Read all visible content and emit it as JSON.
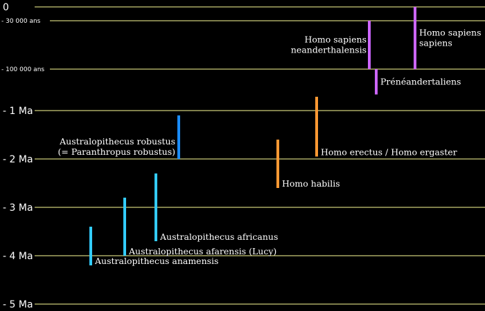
{
  "colors": {
    "background": "#000000",
    "gridline": "#ffff99",
    "text": "#ffffff",
    "australopithecus": "#33ccff",
    "paranthropus": "#1a8cff",
    "homo_early": "#ff9933",
    "homo_late": "#cc66ff"
  },
  "time_axis": {
    "ticks": [
      {
        "label": "0",
        "years_ago": 0,
        "size": "big"
      },
      {
        "label": "- 30 000 ans",
        "years_ago": 30000,
        "size": "small"
      },
      {
        "label": "- 100 000 ans",
        "years_ago": 100000,
        "size": "small"
      },
      {
        "label": "- 1 Ma",
        "years_ago": 1000000,
        "size": "big"
      },
      {
        "label": "- 2 Ma",
        "years_ago": 2000000,
        "size": "big"
      },
      {
        "label": "- 3 Ma",
        "years_ago": 3000000,
        "size": "big"
      },
      {
        "label": "- 4 Ma",
        "years_ago": 4000000,
        "size": "big"
      },
      {
        "label": "- 5 Ma",
        "years_ago": 5000000,
        "size": "big"
      }
    ]
  },
  "species": [
    {
      "id": "anamensis",
      "lines": [
        "Australopithecus anamensis"
      ],
      "from_years_ago": 4200000,
      "to_years_ago": 3400000,
      "group": "australopithecus",
      "label_side": "right-bottom"
    },
    {
      "id": "afarensis",
      "lines": [
        "Australopithecus afarensis (Lucy)"
      ],
      "from_years_ago": 4000000,
      "to_years_ago": 2800000,
      "group": "australopithecus",
      "label_side": "right-bottom"
    },
    {
      "id": "africanus",
      "lines": [
        "Australopithecus africanus"
      ],
      "from_years_ago": 3700000,
      "to_years_ago": 2300000,
      "group": "australopithecus",
      "label_side": "right-bottom"
    },
    {
      "id": "robustus",
      "lines": [
        "Australopithecus robustus",
        "(= Paranthropus robustus)"
      ],
      "from_years_ago": 2000000,
      "to_years_ago": 1100000,
      "group": "paranthropus",
      "label_side": "left-bottom"
    },
    {
      "id": "habilis",
      "lines": [
        "Homo habilis"
      ],
      "from_years_ago": 2600000,
      "to_years_ago": 1600000,
      "group": "homo_early",
      "label_side": "right-bottom"
    },
    {
      "id": "erectus",
      "lines": [
        "Homo erectus / Homo ergaster"
      ],
      "from_years_ago": 1950000,
      "to_years_ago": 700000,
      "group": "homo_early",
      "label_side": "right-bottom"
    },
    {
      "id": "preneandertaliens",
      "lines": [
        "Prénéandertaliens"
      ],
      "from_years_ago": 650000,
      "to_years_ago": 100000,
      "group": "homo_late",
      "label_side": "right-middle"
    },
    {
      "id": "neanderthalensis",
      "lines": [
        "Homo sapiens",
        "neanderthalensis"
      ],
      "from_years_ago": 100000,
      "to_years_ago": 30000,
      "group": "homo_late",
      "label_side": "left-middle"
    },
    {
      "id": "sapiens",
      "lines": [
        "Homo sapiens",
        "sapiens"
      ],
      "from_years_ago": 100000,
      "to_years_ago": 0,
      "group": "homo_late",
      "label_side": "right-middle"
    }
  ]
}
